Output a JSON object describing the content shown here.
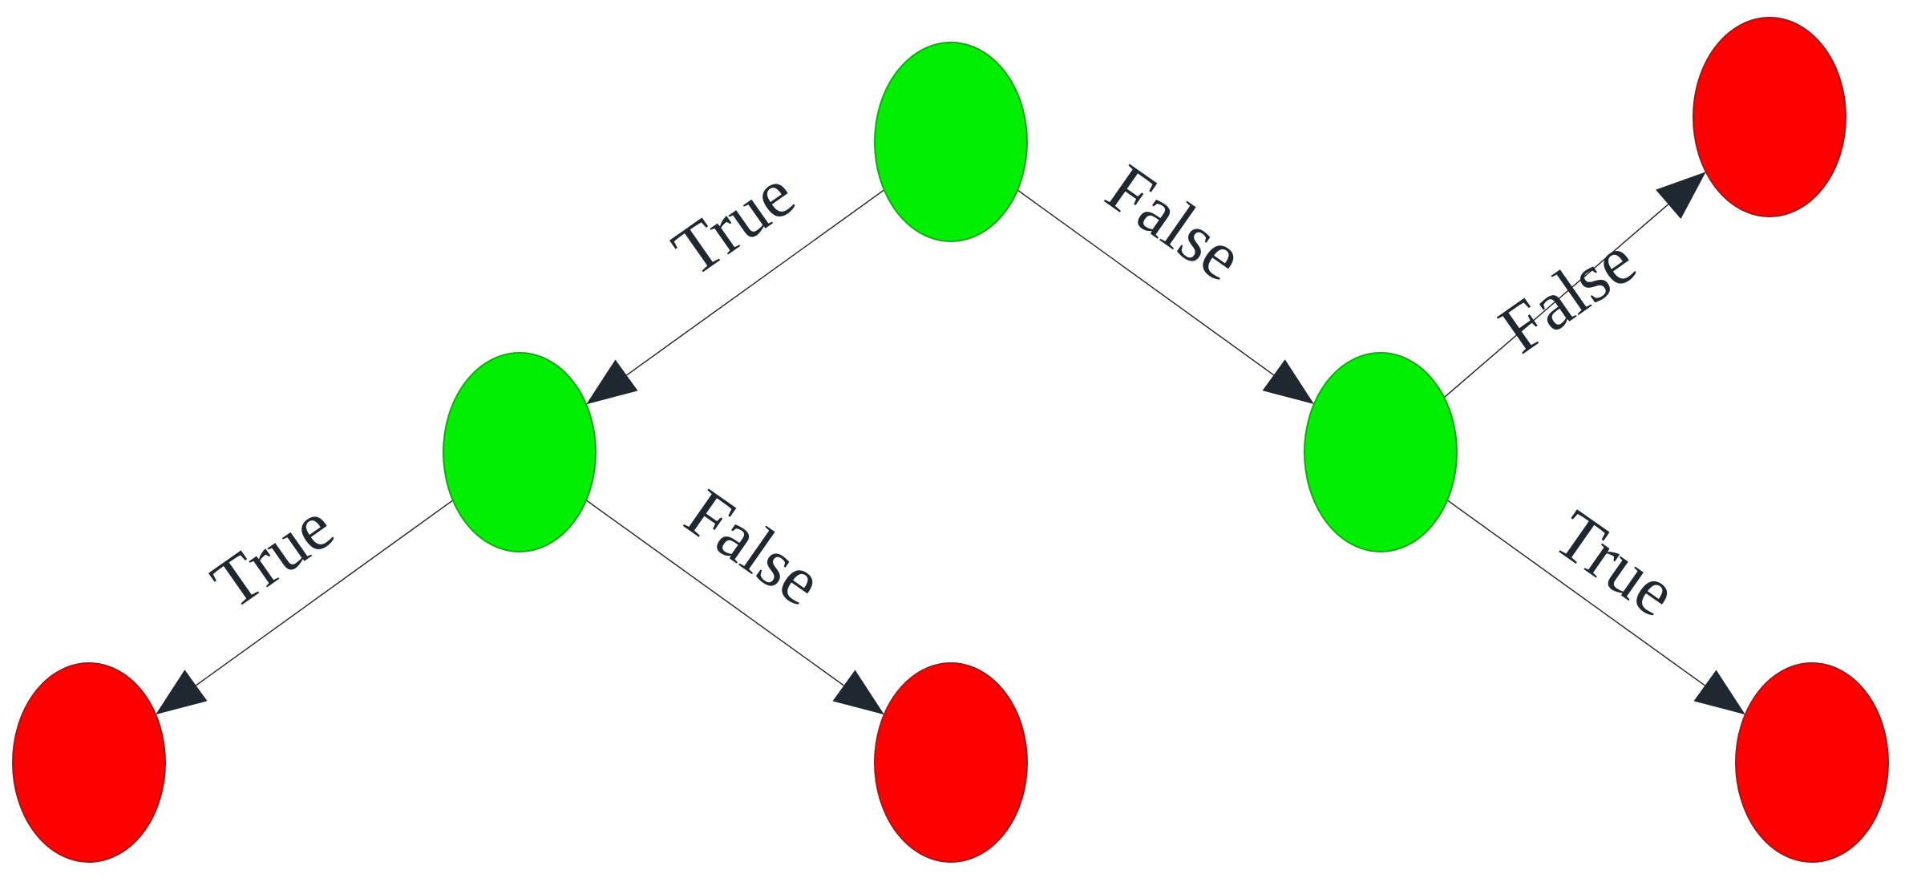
{
  "colors": {
    "decision_node": "#00ee00",
    "decision_node_border": "#1aa51a",
    "leaf_node": "#ff0000",
    "leaf_node_border": "#9a1a1a",
    "edge": "#222222",
    "arrow": "#1f272f",
    "label": "#1f272f"
  },
  "nodes": [
    {
      "id": "root",
      "kind": "decision"
    },
    {
      "id": "left",
      "kind": "decision"
    },
    {
      "id": "right",
      "kind": "decision"
    },
    {
      "id": "leaf-left-true",
      "kind": "leaf"
    },
    {
      "id": "leaf-left-false",
      "kind": "leaf"
    },
    {
      "id": "leaf-right-false",
      "kind": "leaf"
    },
    {
      "id": "leaf-right-true",
      "kind": "leaf"
    }
  ],
  "edges": [
    {
      "id": "root-true",
      "from": "root",
      "to": "left",
      "label": "True"
    },
    {
      "id": "root-false",
      "from": "root",
      "to": "right",
      "label": "False"
    },
    {
      "id": "left-true",
      "from": "left",
      "to": "leaf-left-true",
      "label": "True"
    },
    {
      "id": "left-false",
      "from": "left",
      "to": "leaf-left-false",
      "label": "False"
    },
    {
      "id": "right-false",
      "from": "right",
      "to": "leaf-right-false",
      "label": "False"
    },
    {
      "id": "right-true",
      "from": "right",
      "to": "leaf-right-true",
      "label": "True"
    }
  ]
}
